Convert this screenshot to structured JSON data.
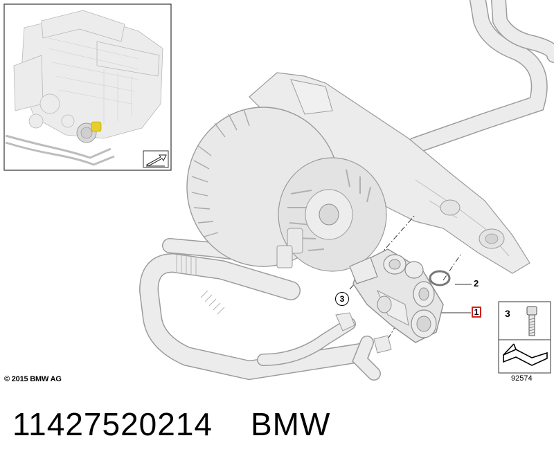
{
  "copyright": "© 2015 BMW AG",
  "part_number": "11427520214",
  "brand": "BMW",
  "diagram_reference": "92574",
  "callouts": {
    "c1": "1",
    "c2": "2",
    "c3": "3"
  },
  "key": {
    "item": "3"
  },
  "colors": {
    "part_grey": "#e6e6e6",
    "outline": "#9a9a9a",
    "highlight": "#d42020",
    "yellow_marker": "#e6cf2a"
  }
}
